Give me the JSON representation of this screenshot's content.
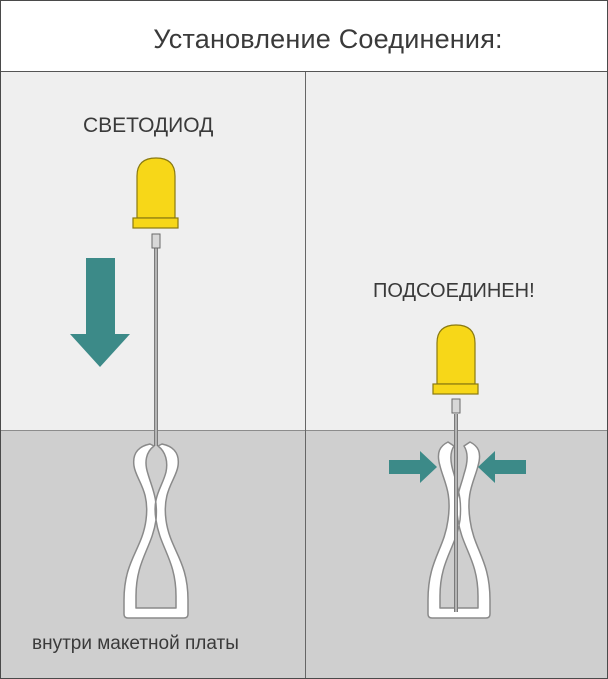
{
  "title": "Установление Соединения:",
  "labels": {
    "led": "СВЕТОДИОД",
    "connected": "ПОДСОЕДИНЕН!",
    "inside_breadboard": "внутри макетной платы"
  },
  "colors": {
    "panel_top": "#efefef",
    "panel_bottom": "#cfcfcf",
    "led_yellow": "#f7d718",
    "led_outline": "#8a7a10",
    "arrow_teal": "#3c8a88",
    "clip_fill": "#ffffff",
    "clip_outline": "#8a8a8a",
    "divider": "#555555"
  },
  "icons": {
    "led": "led-icon",
    "down_arrow": "arrow-down-icon",
    "left_arrow": "arrow-right-icon",
    "right_arrow": "arrow-left-icon",
    "clip": "breadboard-clip-icon"
  }
}
